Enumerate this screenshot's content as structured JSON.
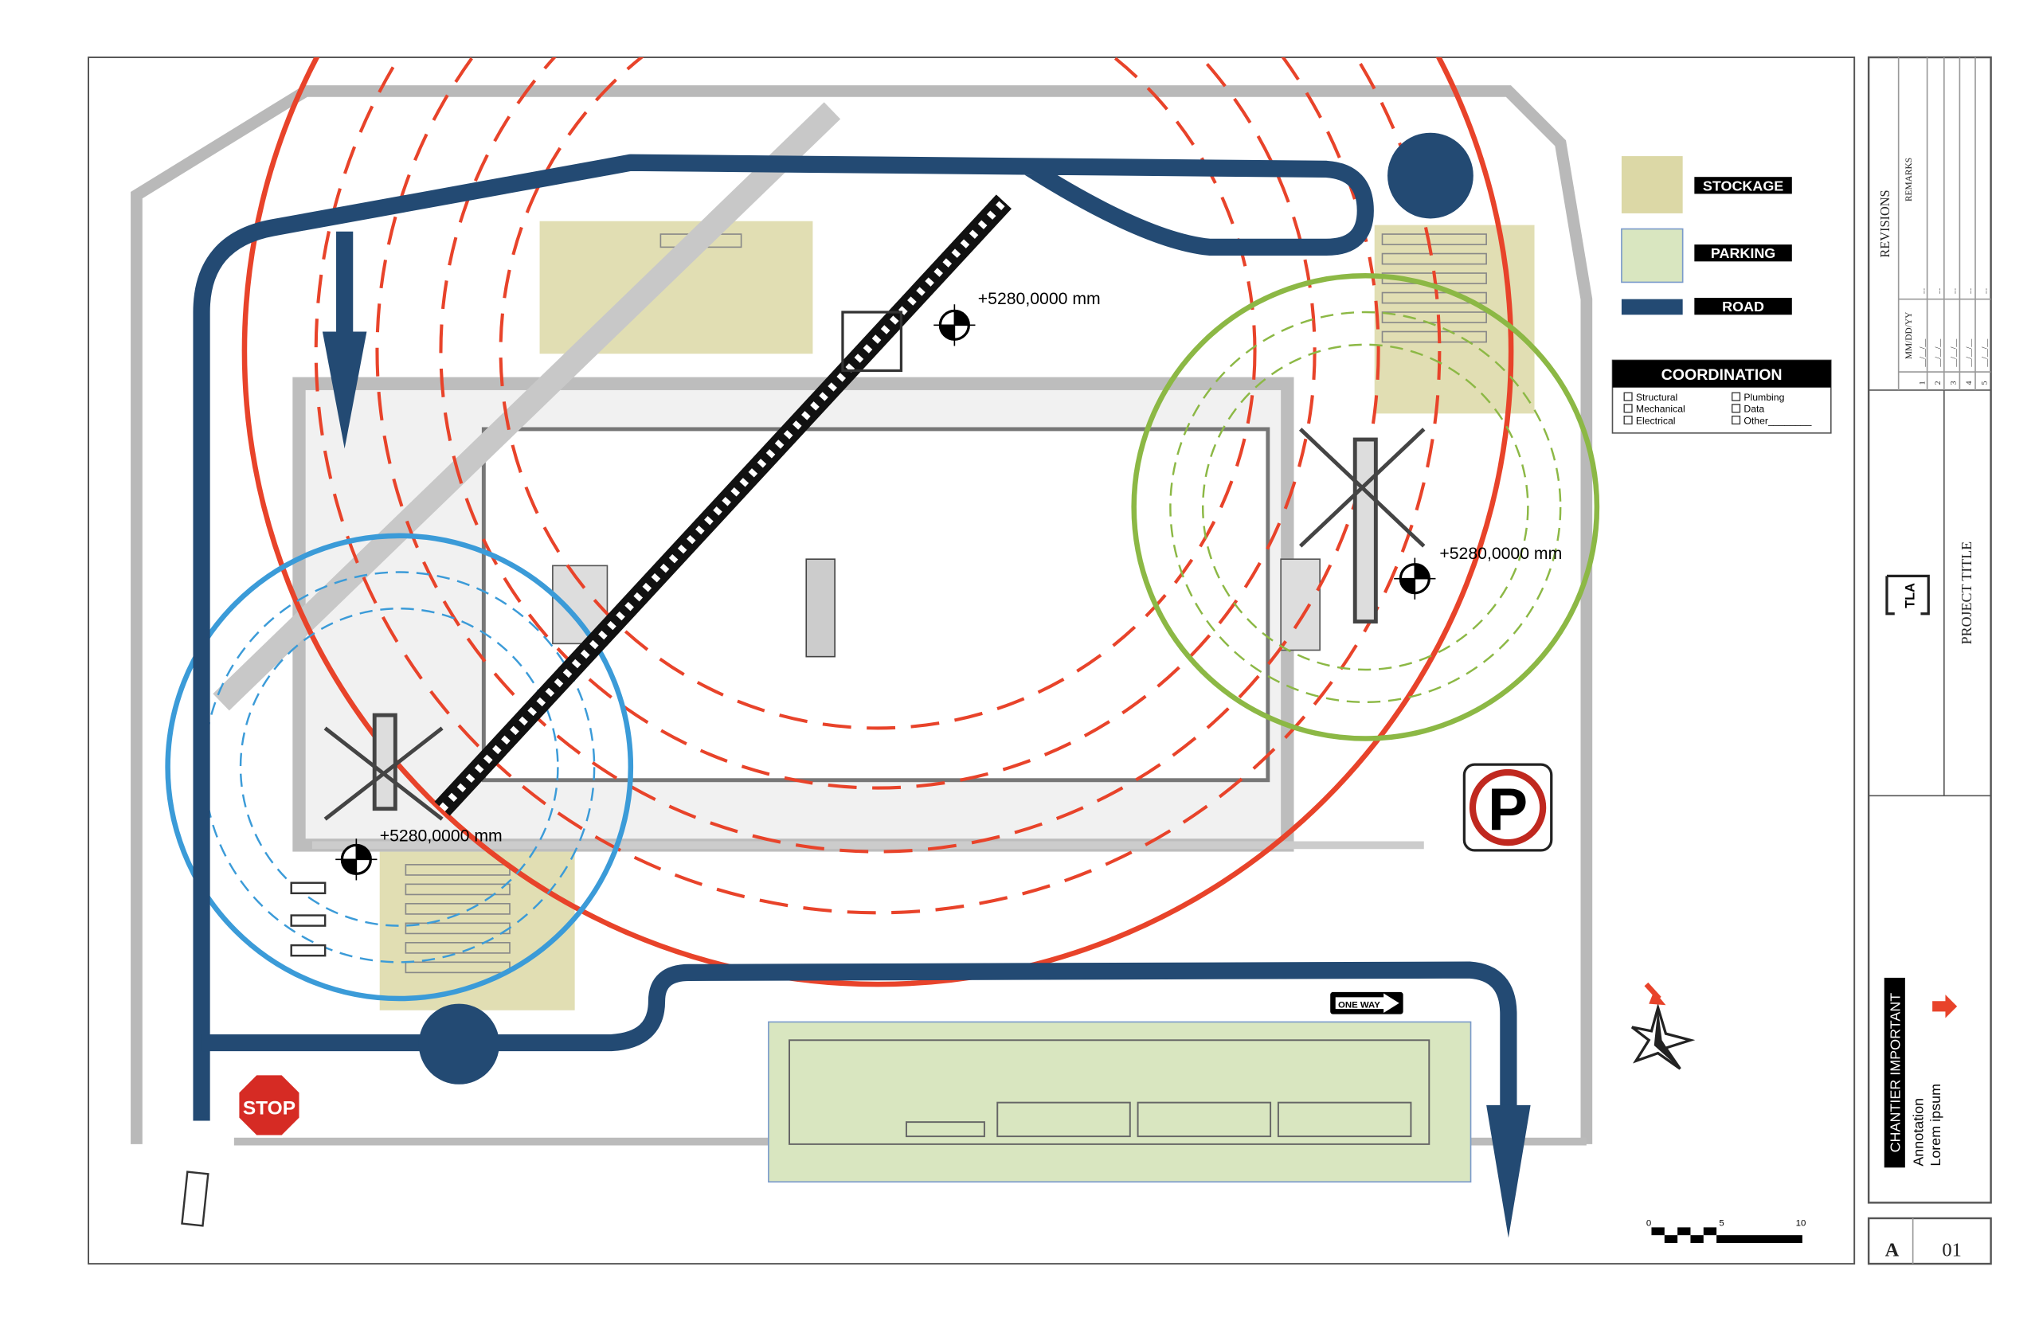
{
  "colors": {
    "road": "#234a73",
    "zone_red": "#e8432a",
    "zone_blue": "#3b9bd8",
    "zone_green": "#8cb845",
    "stockage": "#dcd8a6",
    "parking": "#d9e6c0"
  },
  "legend": {
    "items": [
      {
        "label": "STOCKAGE",
        "swatch": "stockage"
      },
      {
        "label": "PARKING",
        "swatch": "parking"
      },
      {
        "label": "ROAD",
        "swatch": "road"
      }
    ]
  },
  "coordination": {
    "title": "COORDINATION",
    "items": [
      "Structural",
      "Mechanical",
      "Electrical",
      "Plumbing",
      "Data",
      "Other________"
    ]
  },
  "plan": {
    "crane_labels": [
      "+5280,0000 mm",
      "+5280,0000 mm",
      "+5280,0000 mm"
    ],
    "stop_sign": "STOP",
    "one_way": "ONE WAY",
    "parking_sign": "P",
    "scale": {
      "start": "0",
      "mid": "5",
      "end": "10"
    }
  },
  "title_block": {
    "revisions": "REVISIONS",
    "remarks": "REMARKS",
    "date_header": "MM/DD/YY",
    "rows": [
      {
        "n": "1",
        "date": "__/__/__",
        "remark": "..."
      },
      {
        "n": "2",
        "date": "__/__/__",
        "remark": "..."
      },
      {
        "n": "3",
        "date": "__/__/__",
        "remark": "..."
      },
      {
        "n": "4",
        "date": "__/__/__",
        "remark": "..."
      },
      {
        "n": "5",
        "date": "__/__/__",
        "remark": "..."
      }
    ],
    "logo": "TLA",
    "project_title": "PROJECT TITLE",
    "important": "CHANTIER IMPORTANT",
    "annotation_1": "Annotation",
    "annotation_2": "Lorem ipsum",
    "sheet_letter": "A",
    "sheet_number": "01"
  }
}
